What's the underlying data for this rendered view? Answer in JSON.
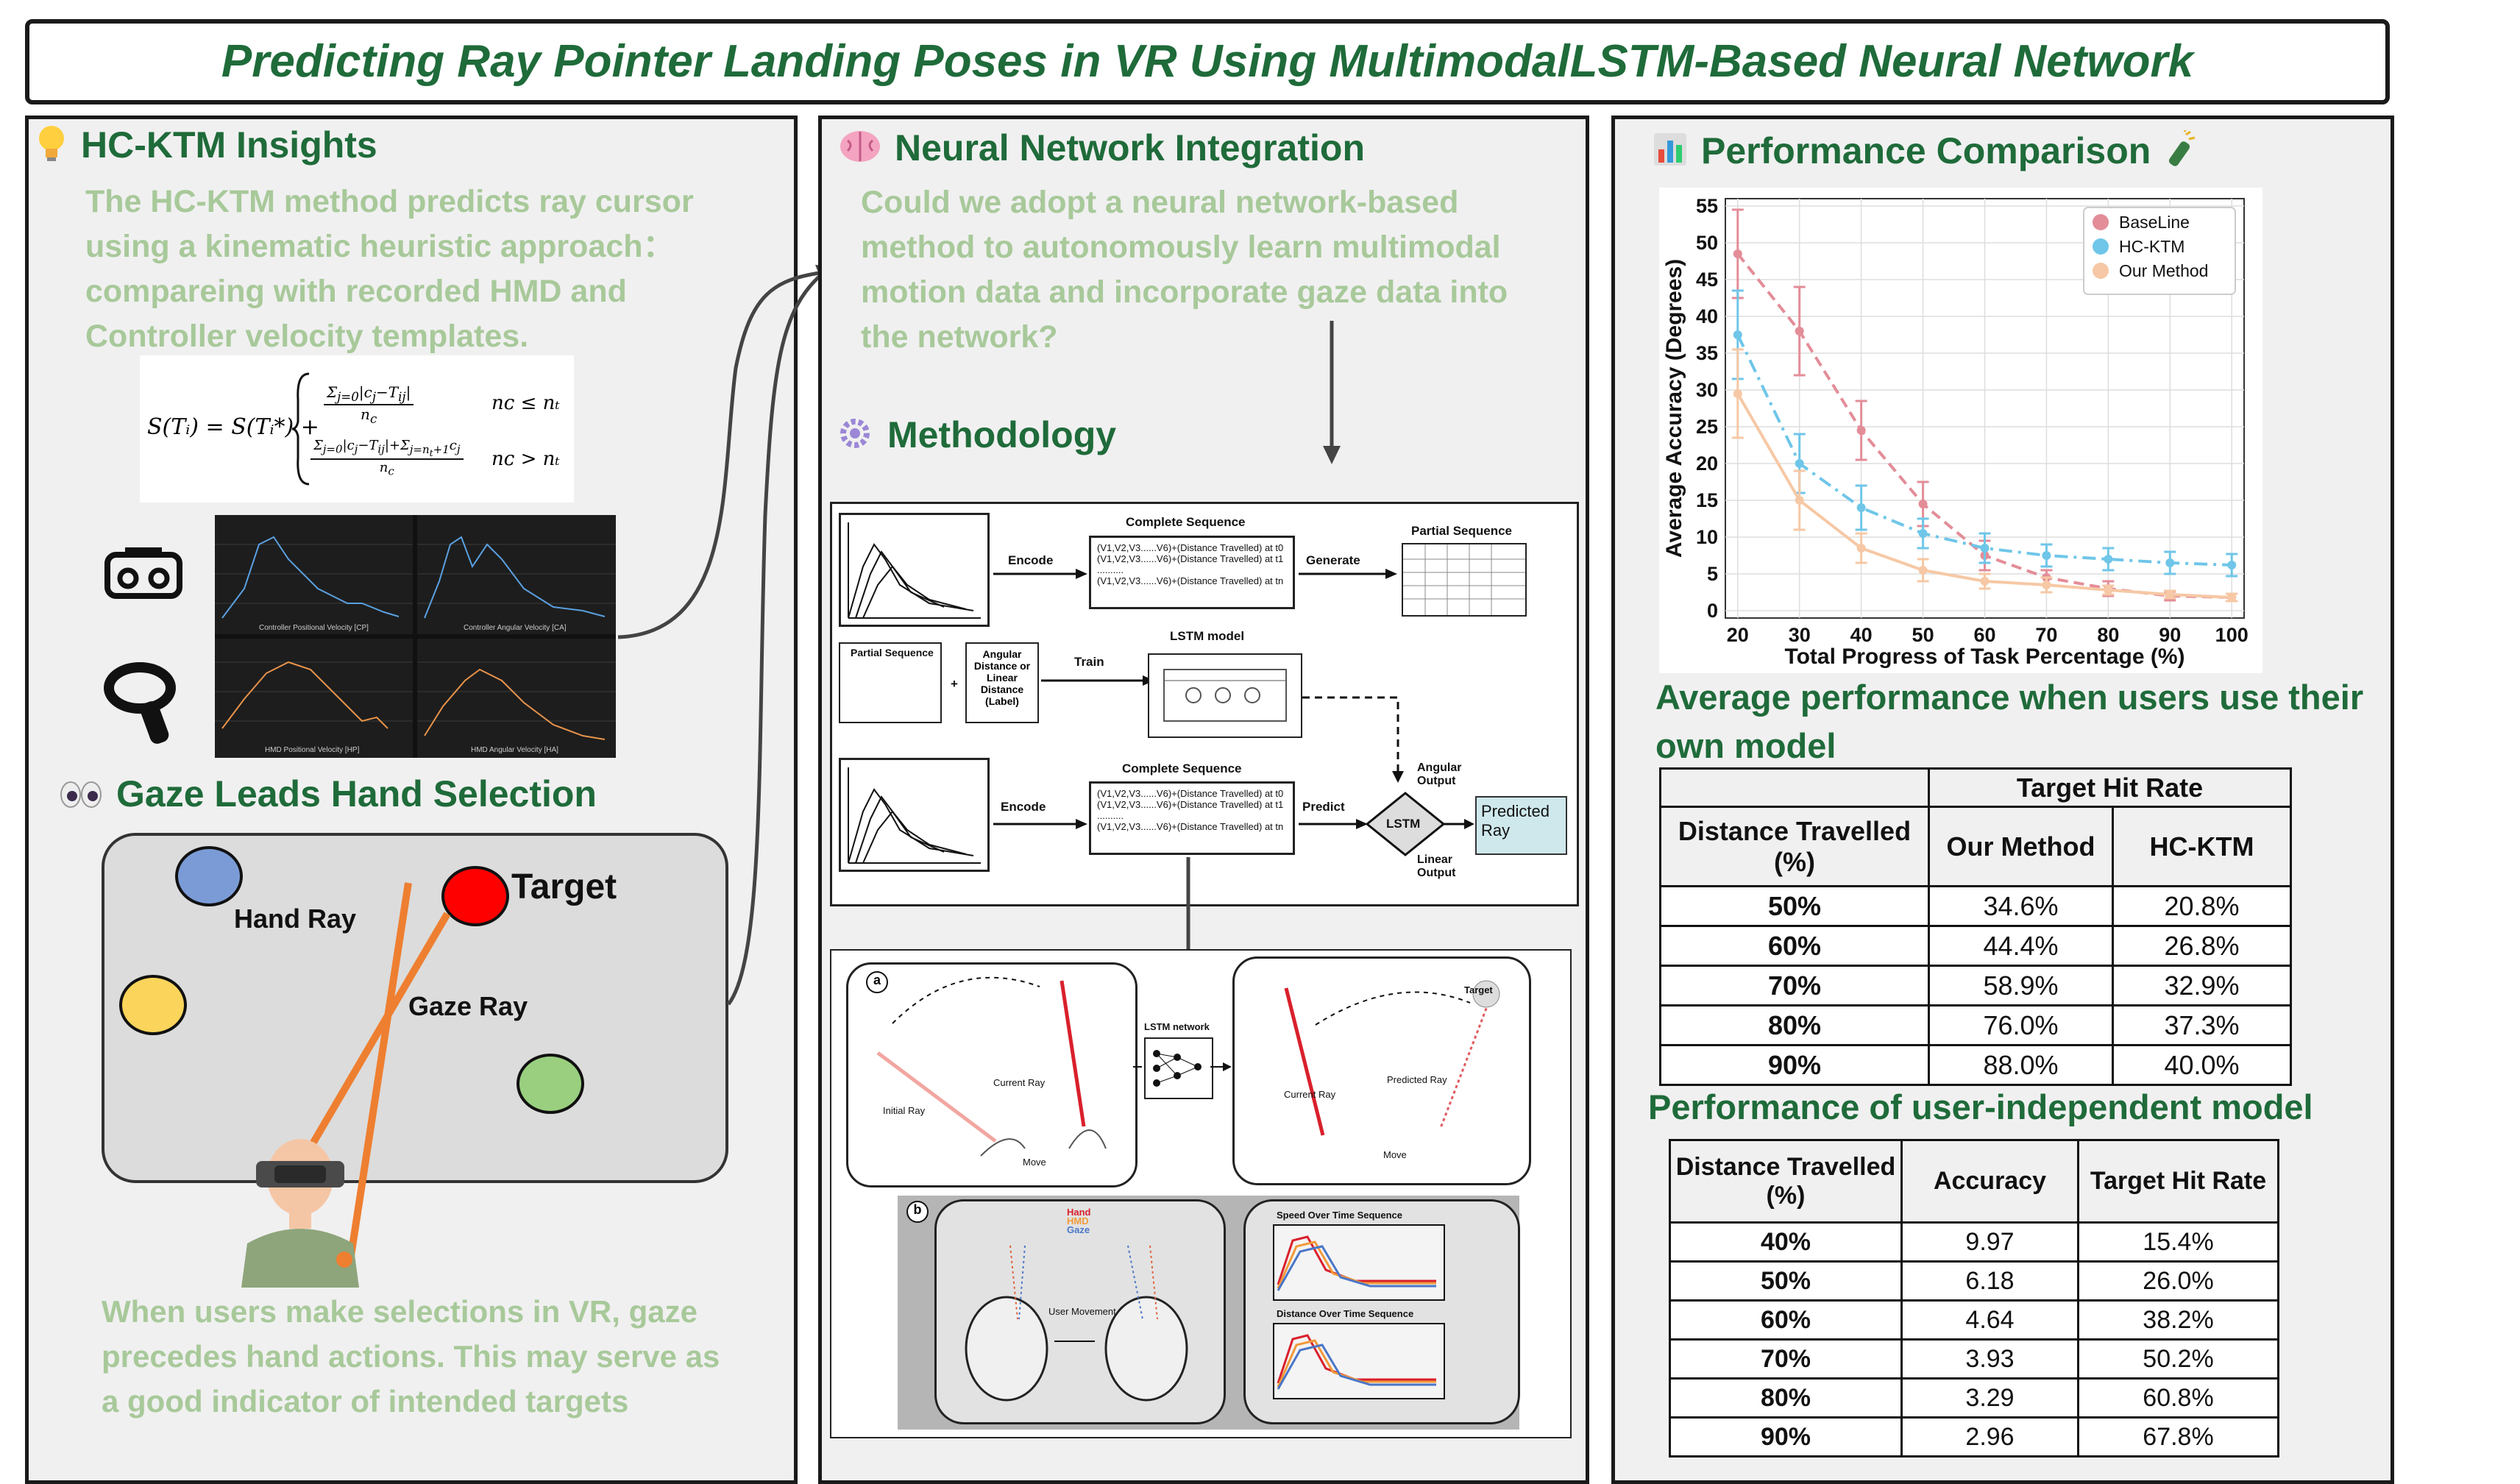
{
  "title": "Predicting Ray Pointer Landing Poses in VR Using MultimodalLSTM-Based Neural Network",
  "left": {
    "heading": "HC-KTM Insights",
    "text": "The HC-KTM method predicts ray cursor using a kinematic heuristic approach： compareing with recorded HMD and Controller velocity templates.",
    "formula_lhs": "S(Tᵢ) = S(Tᵢ*) +",
    "formula_case1_cond": "nᴄ ≤ nₜ",
    "formula_case2_cond": "nᴄ > nₜ",
    "velocity_labels": [
      "Controller Positional Velocity [CP]",
      "Controller Angular Velocity [CA]",
      "HMD Positional Velocity [HP]",
      "HMD Angular Velocity [HA]"
    ],
    "gaze_heading": "Gaze Leads Hand Selection",
    "hand_ray": "Hand Ray",
    "gaze_ray": "Gaze Ray",
    "target": "Target",
    "bottom_text": "When users make selections in VR, gaze precedes hand actions. This may serve as a good indicator of intended targets"
  },
  "middle": {
    "heading": "Neural Network Integration",
    "text": "Could we adopt a neural network-based method to autonomously learn multimodal motion data and incorporate gaze data into the network?",
    "method_heading": "Methodology",
    "diagram": {
      "complete_sequence": "Complete Sequence",
      "partial_sequence": "Partial Sequence",
      "encode": "Encode",
      "generate": "Generate",
      "train": "Train",
      "predict": "Predict",
      "lstm_model": "LSTM  model",
      "lstm": "LSTM",
      "angular_output": "Angular Output",
      "linear_output": "Linear Output",
      "predicted_ray": "Predicted Ray",
      "label_box": "Angular Distance or Linear Distance (Label)",
      "seq_lines": [
        "(V1,V2,V3......V6)+(Distance Travelled) at t0",
        "(V1,V2,V3......V6)+(Distance Travelled) at t1",
        "..........",
        "(V1,V2,V3......V6)+(Distance Travelled) at tn"
      ],
      "partial_seq_label": "Partial Sequence"
    },
    "figure": {
      "a": "a",
      "b": "b",
      "lstm_network": "LSTM network",
      "current_ray": "Current Ray",
      "initial_ray": "Initial Ray",
      "move": "Move",
      "predicted_ray": "Predicted Ray",
      "target": "Target",
      "hand": "Hand",
      "hmd": "HMD",
      "gaze": "Gaze",
      "user_movement": "User Movement",
      "speed_seq": "Speed Over Time Sequence",
      "distance_seq": "Distance Over Time Sequence"
    }
  },
  "right": {
    "heading": "Performance Comparison",
    "table1_title": "Average performance when users use their own model",
    "table1": {
      "group": "Target Hit Rate",
      "col0": "Distance Travelled (%)",
      "col1": "Our Method",
      "col2": "HC-KTM",
      "rows": [
        [
          "50%",
          "34.6%",
          "20.8%"
        ],
        [
          "60%",
          "44.4%",
          "26.8%"
        ],
        [
          "70%",
          "58.9%",
          "32.9%"
        ],
        [
          "80%",
          "76.0%",
          "37.3%"
        ],
        [
          "90%",
          "88.0%",
          "40.0%"
        ]
      ]
    },
    "table2_title": "Performance of user-independent model",
    "table2": {
      "col0": "Distance Travelled (%)",
      "col1": "Accuracy",
      "col2": "Target Hit Rate",
      "rows": [
        [
          "40%",
          "9.97",
          "15.4%"
        ],
        [
          "50%",
          "6.18",
          "26.0%"
        ],
        [
          "60%",
          "4.64",
          "38.2%"
        ],
        [
          "70%",
          "3.93",
          "50.2%"
        ],
        [
          "80%",
          "3.29",
          "60.8%"
        ],
        [
          "90%",
          "2.96",
          "67.8%"
        ]
      ]
    }
  },
  "chart_data": {
    "type": "line",
    "xlabel": "Total Progress of Task Percentage (%)",
    "ylabel": "Average Accuracy (Degrees)",
    "x": [
      20,
      30,
      40,
      50,
      60,
      70,
      80,
      90,
      100
    ],
    "xlim": [
      18,
      102
    ],
    "ylim": [
      -1,
      56
    ],
    "yticks": [
      0,
      5,
      10,
      15,
      20,
      25,
      30,
      35,
      40,
      45,
      50,
      55
    ],
    "grid": true,
    "legend_position": "top-right",
    "series": [
      {
        "name": "BaseLine",
        "color": "#e38d98",
        "values": [
          48.5,
          38,
          24.5,
          14.5,
          7.5,
          4.5,
          3,
          2,
          1.8
        ],
        "errors": [
          6,
          6,
          4,
          3,
          2,
          1,
          1,
          0.6,
          0.5
        ]
      },
      {
        "name": "HC-KTM",
        "color": "#6fc6e8",
        "values": [
          37.5,
          20,
          14,
          10.5,
          8.5,
          7.5,
          7,
          6.5,
          6.2
        ],
        "errors": [
          6,
          4,
          3,
          2,
          2,
          1.5,
          1.5,
          1.5,
          1.5
        ]
      },
      {
        "name": "Our Method",
        "color": "#f6c8a5",
        "values": [
          29.5,
          15,
          8.5,
          5.5,
          4,
          3.5,
          2.8,
          2.2,
          1.8
        ],
        "errors": [
          6,
          4,
          2,
          1.5,
          1,
          1,
          0.6,
          0.5,
          0.5
        ]
      }
    ]
  }
}
